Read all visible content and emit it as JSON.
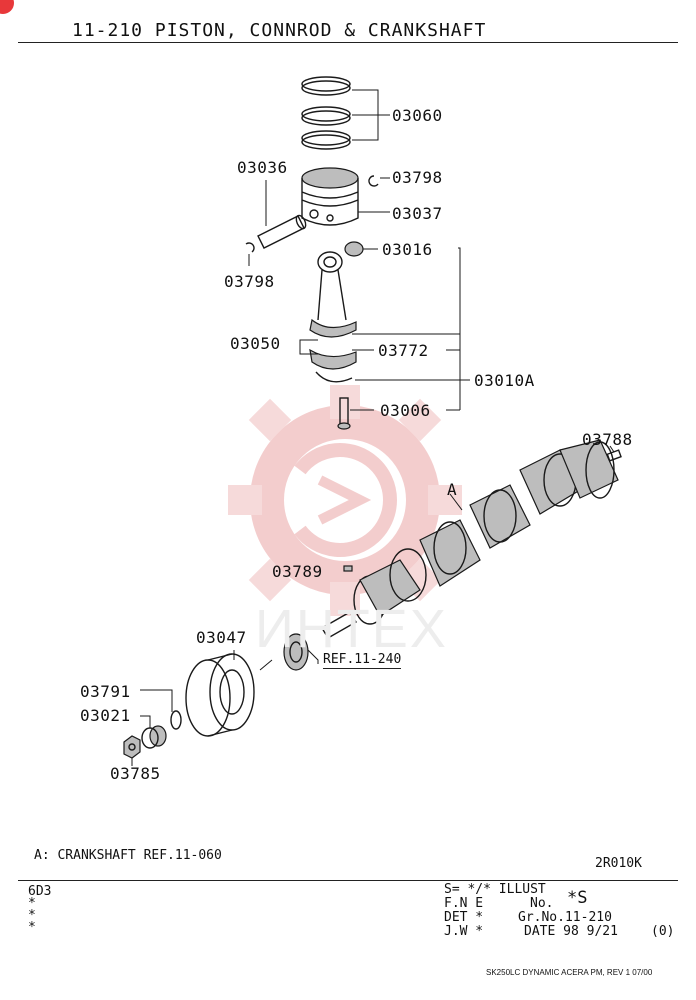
{
  "header": {
    "title": "11-210   PISTON, CONNROD & CRANKSHAFT"
  },
  "parts": {
    "p03060": "03060",
    "p03036": "03036",
    "p03798_top": "03798",
    "p03037": "03037",
    "p03798_left": "03798",
    "p03016": "03016",
    "p03050": "03050",
    "p03772": "03772",
    "p03010A": "03010A",
    "p03006": "03006",
    "p03788": "03788",
    "letter_a": "A",
    "p03789": "03789",
    "p03047": "03047",
    "ref_11_240": "REF.11-240",
    "p03791": "03791",
    "p03021": "03021",
    "p03785": "03785"
  },
  "notes": {
    "crankshaft_ref": "A: CRANKSHAFT REF.11-060",
    "illust_code": "2R010K"
  },
  "watermark": "ИНТЕХ",
  "footer": {
    "model_code": "6D3",
    "stars": [
      "*",
      "*",
      "*"
    ],
    "s_line": "S= */*  ILLUST",
    "s_value": "*S",
    "fne": "F.N E",
    "no": "No.",
    "det": "DET *",
    "grno": "Gr.No.11-210",
    "jw": "J.W *",
    "date": "DATE  98 9/21",
    "rev_code": "(0)",
    "doc_id": "SK250LC DYNAMIC ACERA PM, REV 1 07/00"
  }
}
